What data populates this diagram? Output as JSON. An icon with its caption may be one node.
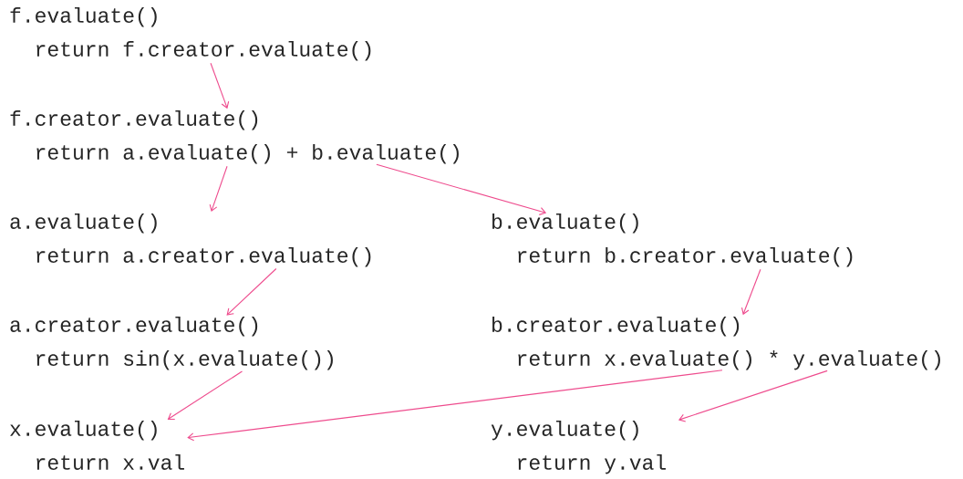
{
  "diagram": {
    "nodes": [
      {
        "text": [
          "f.evaluate()",
          "return f.creator.evaluate()"
        ]
      },
      {
        "text": [
          "f.creator.evaluate()",
          "return a.evaluate() + b.evaluate()"
        ]
      },
      {
        "text": [
          "a.evaluate()",
          "return a.creator.evaluate()"
        ]
      },
      {
        "text": [
          "b.evaluate()",
          "return b.creator.evaluate()"
        ]
      },
      {
        "text": [
          "a.creator.evaluate()",
          "return sin(x.evaluate())"
        ]
      },
      {
        "text": [
          "b.creator.evaluate()",
          "return x.evaluate() * y.evaluate()"
        ]
      },
      {
        "text": [
          "x.evaluate()",
          "return x.val"
        ]
      },
      {
        "text": [
          "y.evaluate()",
          "return y.val"
        ]
      }
    ],
    "edges": [
      {
        "from": 0,
        "to": 1,
        "arrow": "to",
        "color": "#ee4b8d"
      },
      {
        "from": 1,
        "to": 2,
        "arrow": "to",
        "color": "#ee4b8d"
      },
      {
        "from": 1,
        "to": 3,
        "arrow": "to",
        "color": "#ee4b8d"
      },
      {
        "from": 2,
        "to": 4,
        "arrow": "to",
        "color": "#ee4b8d"
      },
      {
        "from": 3,
        "to": 5,
        "arrow": "to",
        "color": "#ee4b8d"
      },
      {
        "from": 4,
        "to": 6,
        "arrow": "to",
        "color": "#ee4b8d"
      },
      {
        "from": 5,
        "to": 6,
        "arrow": "to",
        "color": "#ee4b8d"
      },
      {
        "from": 5,
        "to": 7,
        "arrow": "to",
        "color": "#ee4b8d"
      }
    ]
  }
}
